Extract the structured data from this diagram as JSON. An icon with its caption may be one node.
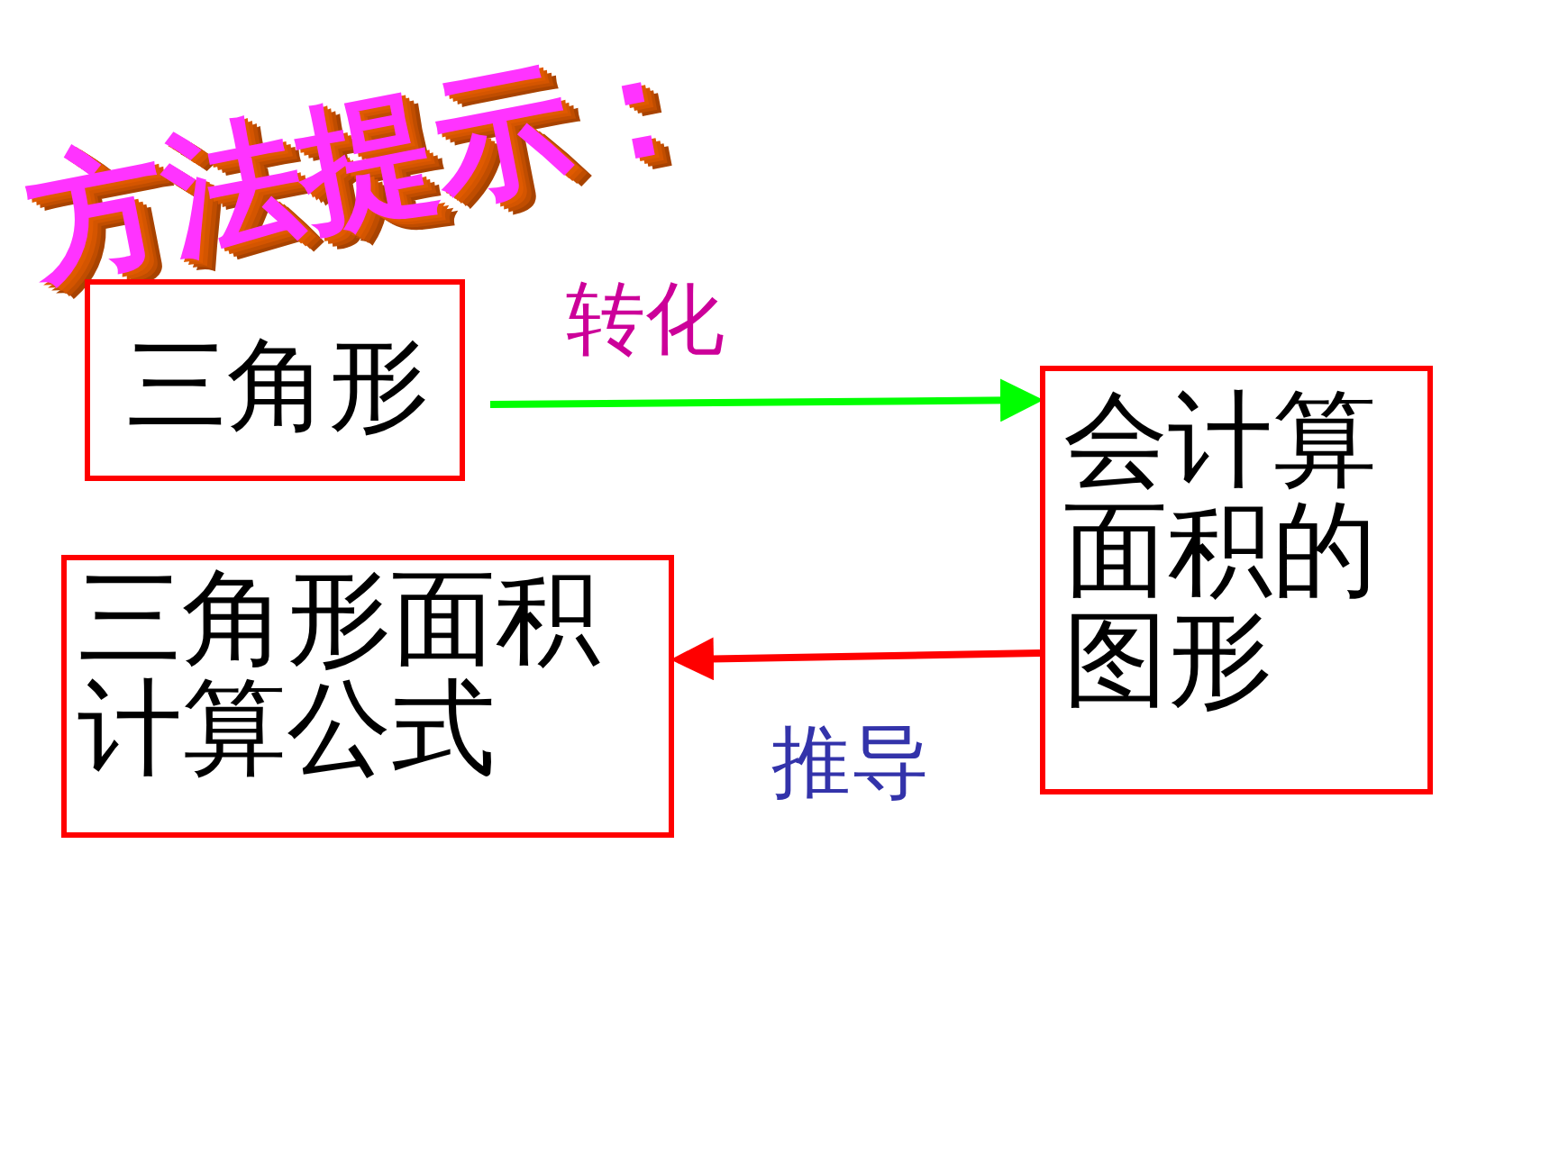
{
  "diagram": {
    "title": "方法提示：",
    "nodes": [
      {
        "text": [
          "三角形"
        ]
      },
      {
        "text": [
          "会计算面积的图形"
        ]
      },
      {
        "text": [
          "三角形面积计算公式"
        ]
      }
    ],
    "edges": [
      {
        "from": 0,
        "to": 1,
        "arrow": "to",
        "label": "转化",
        "color": "#00ff00"
      },
      {
        "from": 1,
        "to": 2,
        "arrow": "to",
        "label": "推导",
        "color": "#ff0000"
      }
    ]
  }
}
